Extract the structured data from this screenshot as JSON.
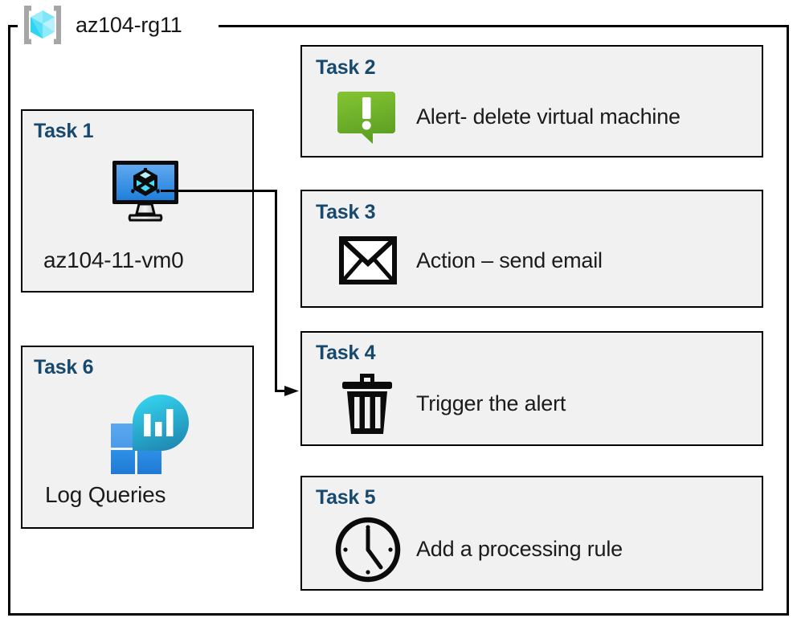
{
  "resource_group": {
    "title": "az104-rg11",
    "icon": "resource-group-cube-icon"
  },
  "colors": {
    "task_label": "#17496f",
    "card_background": "#f1f1f1",
    "card_border": "#000000",
    "frame": "#000000",
    "rg_icon_cube": "#4fd8f5",
    "rg_icon_brackets": "#a6a6a6",
    "vm_screen_blue": "#3d94e8",
    "alert_green": "#6cb72a",
    "log_analytics_teal": "#2ecbea",
    "log_analytics_blue": "#2e8ae6"
  },
  "cards": [
    {
      "id": "task1",
      "label": "Task 1",
      "caption": "az104-11-vm0",
      "icon": "virtual-machine-icon",
      "column": "left"
    },
    {
      "id": "task2",
      "label": "Task 2",
      "caption": "Alert- delete virtual machine",
      "icon": "alert-exclamation-callout-icon",
      "column": "right"
    },
    {
      "id": "task3",
      "label": "Task 3",
      "caption": "Action – send email",
      "icon": "envelope-icon",
      "column": "right"
    },
    {
      "id": "task4",
      "label": "Task 4",
      "caption": "Trigger the alert",
      "icon": "trash-can-icon",
      "column": "right"
    },
    {
      "id": "task5",
      "label": "Task 5",
      "caption": "Add a processing rule",
      "icon": "clock-icon",
      "column": "right"
    },
    {
      "id": "task6",
      "label": "Task 6",
      "caption": "Log Queries",
      "icon": "log-analytics-icon",
      "column": "left"
    }
  ],
  "connector": {
    "from": "task1",
    "to": "task4",
    "style": "elbow-arrow"
  }
}
